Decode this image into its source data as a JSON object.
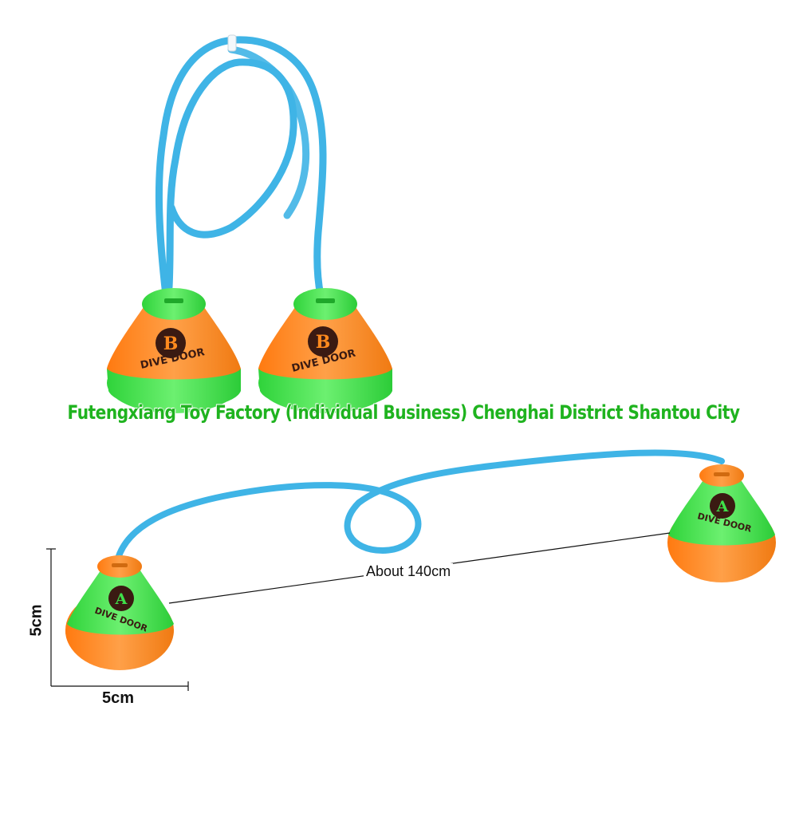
{
  "product": {
    "watermark_text": "Futengxiang Toy Factory (Individual Business) Chenghai District Shantou City",
    "top_pair": {
      "letter": "B",
      "brand": "DIVE DOOR"
    },
    "bottom_pair": {
      "letter": "A",
      "brand": "DIVE DOOR"
    }
  },
  "dimensions": {
    "rope_length": "About 140cm",
    "width": "5cm",
    "height": "5cm"
  },
  "colors": {
    "rope": "#3fb4e6",
    "orange": "#ff8a1e",
    "green": "#3fe04a",
    "watermark": "#1fb31f"
  }
}
